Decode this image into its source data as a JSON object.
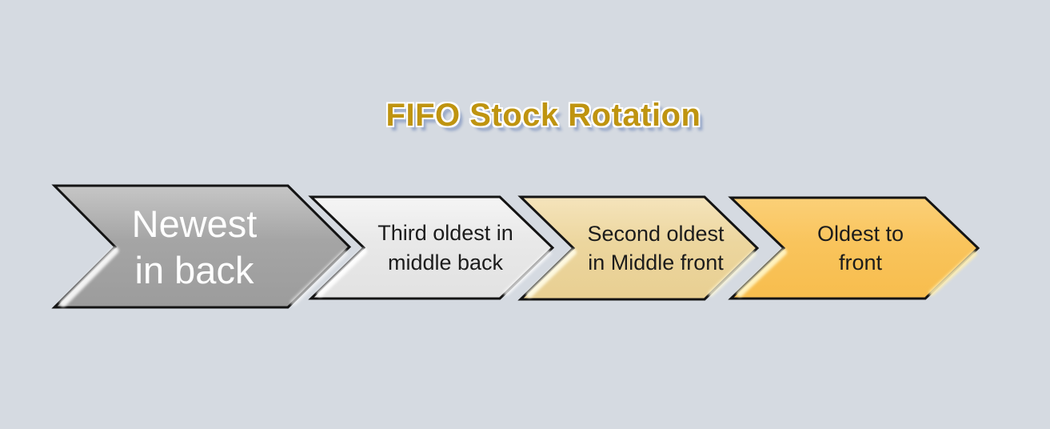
{
  "title": "FIFO Stock Rotation",
  "colors": {
    "background": "#d5dae1",
    "title_text": "#bf9410",
    "title_outline": "#ffffff",
    "title_shadow": "#94a4c7",
    "arrow_outline": "#141414"
  },
  "steps": [
    {
      "label": "Newest in back",
      "color_top": "#c6c6c6",
      "color_main": "#a5a5a5",
      "color_bottom": "#9c9c9c",
      "text_color": "#ffffff"
    },
    {
      "label": "Third oldest in middle back",
      "color_top": "#f5f5f5",
      "color_main": "#e8e8e8",
      "color_bottom": "#e2e2e2",
      "text_color": "#1c1c1c"
    },
    {
      "label": "Second oldest in Middle front",
      "color_top": "#f5e4bc",
      "color_main": "#ecd69e",
      "color_bottom": "#e8cf92",
      "text_color": "#1c1c1c"
    },
    {
      "label": "Oldest to front",
      "color_top": "#fbd078",
      "color_main": "#f9c45c",
      "color_bottom": "#f7bd4d",
      "text_color": "#1c1c1c"
    }
  ]
}
